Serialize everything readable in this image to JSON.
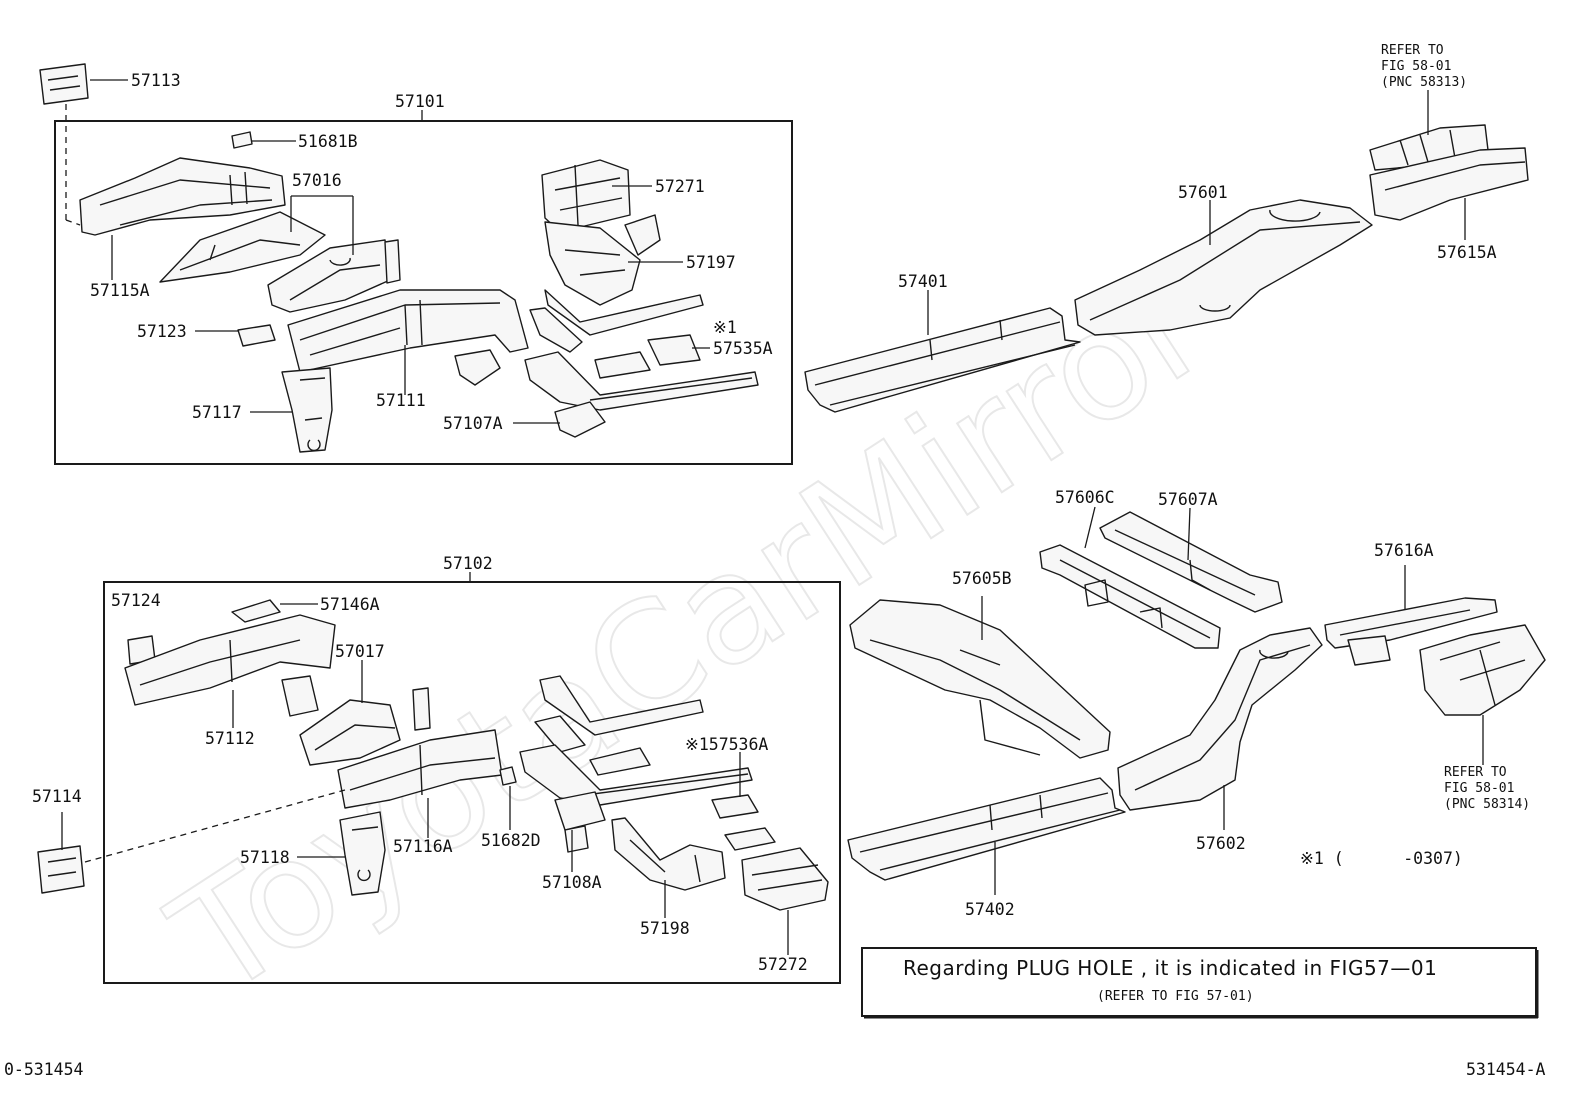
{
  "watermark": "ToyotaCarMirror",
  "diagram_id_left": "0-531454",
  "diagram_id_right": "531454-A",
  "groups": {
    "upper": "57101",
    "lower": "57102"
  },
  "labels": {
    "p57113": "57113",
    "p51681B": "51681B",
    "p57016": "57016",
    "p57115A": "57115A",
    "p57123": "57123",
    "p57117": "57117",
    "p57111": "57111",
    "p57271": "57271",
    "p57197": "57197",
    "p1a": "※1",
    "p57535A": "57535A",
    "p57107A": "57107A",
    "p57401": "57401",
    "p57601": "57601",
    "p57615A": "57615A",
    "p57124": "57124",
    "p57146A": "57146A",
    "p57017": "57017",
    "p57112": "57112",
    "p57114": "57114",
    "p57118": "57118",
    "p57116A": "57116A",
    "p51682D": "51682D",
    "p57108A": "57108A",
    "p57198": "57198",
    "p57536A": "※157536A",
    "p57272": "57272",
    "p57606C": "57606C",
    "p57607A": "57607A",
    "p57605B": "57605B",
    "p57616A": "57616A",
    "p57402": "57402",
    "p57602": "57602",
    "footnote": "※1 (      -0307)"
  },
  "refer_top": [
    "REFER TO",
    "FIG 58-01",
    "(PNC 58313)"
  ],
  "refer_bottom": [
    "REFER TO",
    "FIG 58-01",
    "(PNC 58314)"
  ],
  "note": {
    "main": "Regarding PLUG HOLE , it is indicated in FIG57—01",
    "sub": "(REFER TO FIG 57-01)"
  }
}
